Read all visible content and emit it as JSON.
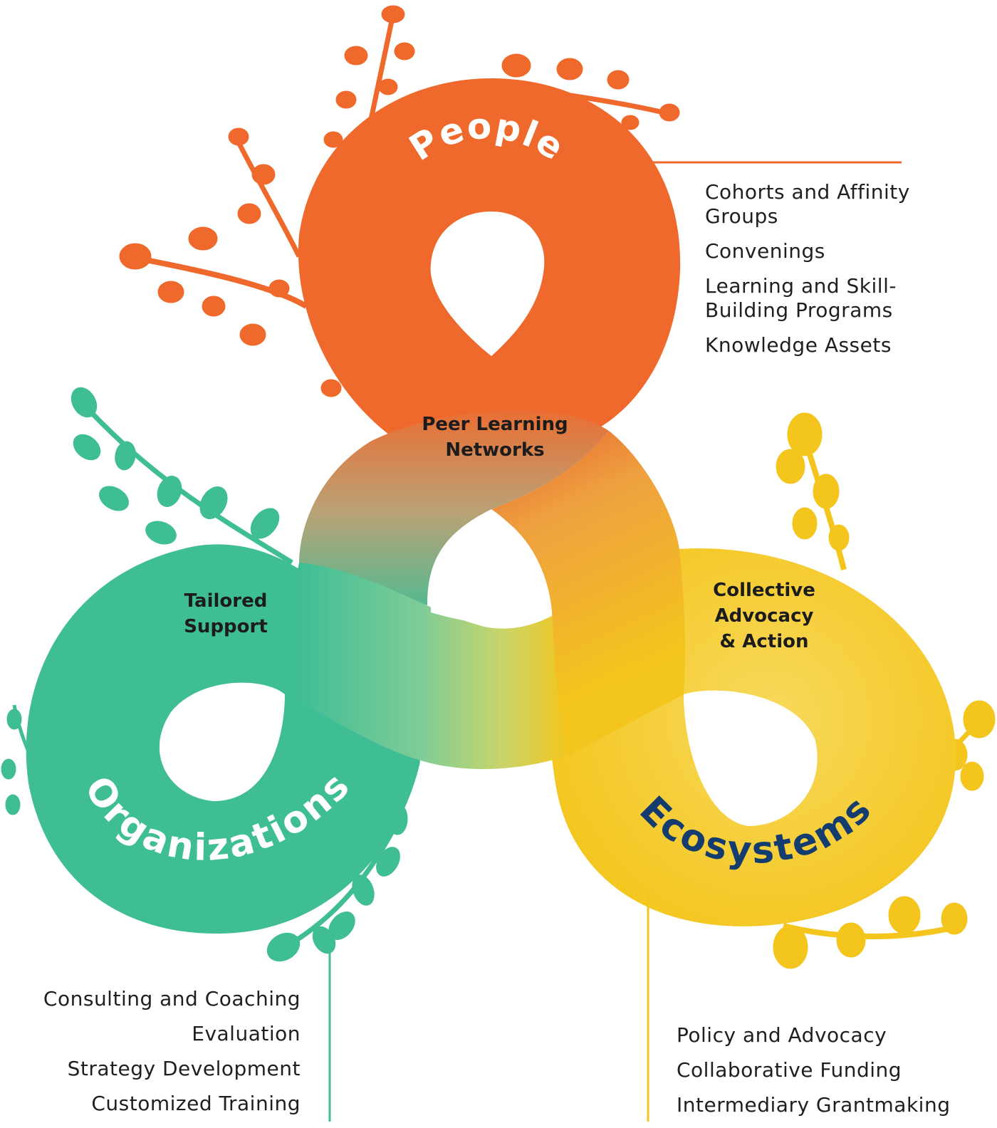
{
  "diagram": {
    "loops": {
      "people": {
        "title": "People",
        "color": "#f0692c"
      },
      "organizations": {
        "title": "Organizations",
        "color": "#3fbe95"
      },
      "ecosystems": {
        "title": "Ecosystems",
        "color": "#f4c51c",
        "title_color": "#143c6e"
      }
    },
    "intersections": {
      "peer": {
        "line1": "Peer Learning",
        "line2": "Networks"
      },
      "tailored": {
        "line1": "Tailored",
        "line2": "Support"
      },
      "collective": {
        "line1": "Collective",
        "line2": "Advocacy",
        "line3": "& Action"
      }
    },
    "people_items": [
      "Cohorts and Affinity Groups",
      "Convenings",
      "Learning and Skill-Building Programs",
      "Knowledge Assets"
    ],
    "organizations_items": [
      "Consulting and Coaching",
      "Evaluation",
      "Strategy Development",
      "Customized Training"
    ],
    "ecosystems_items": [
      "Policy and Advocacy",
      "Collaborative Funding",
      "Intermediary Grantmaking"
    ]
  }
}
